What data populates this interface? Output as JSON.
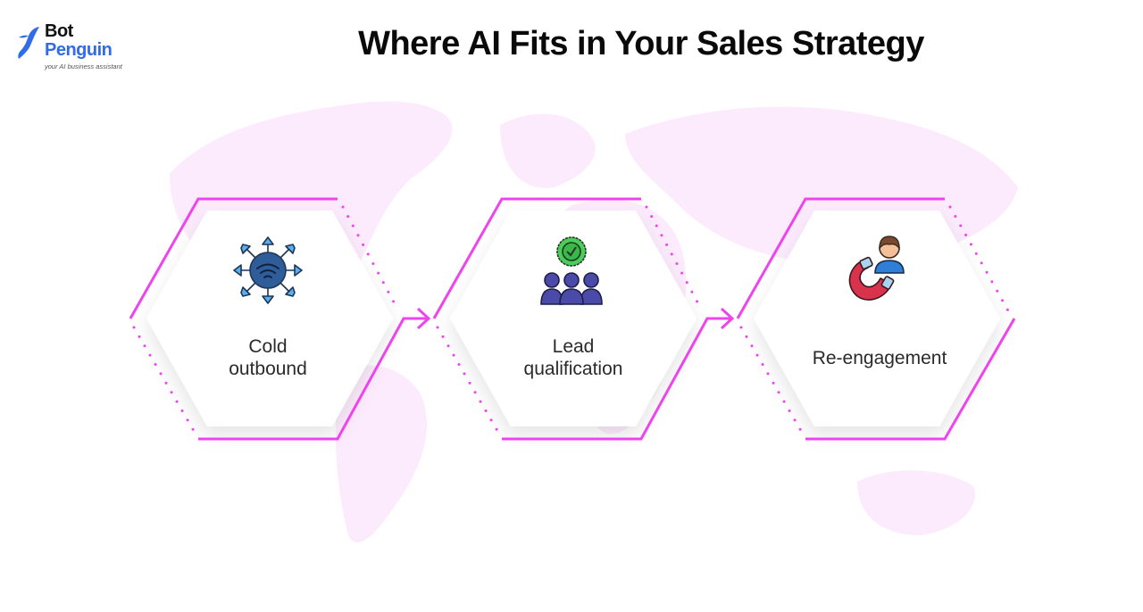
{
  "logo": {
    "line1": "Bot",
    "line2": "Penguin",
    "tagline": "your AI business assistant",
    "brand_color": "#2f6ce5"
  },
  "header": {
    "title": "Where AI Fits in Your Sales Strategy"
  },
  "colors": {
    "accent": "#ee44ee",
    "map_tint": "#fbe6fb",
    "text": "#2a2a2a"
  },
  "steps": [
    {
      "label_line1": "Cold",
      "label_line2": "outbound",
      "icon": "broadcast-network-icon"
    },
    {
      "label_line1": "Lead",
      "label_line2": "qualification",
      "icon": "qualified-team-icon"
    },
    {
      "label_line1": "Re-engagement",
      "label_line2": "",
      "icon": "magnet-customer-icon"
    }
  ]
}
